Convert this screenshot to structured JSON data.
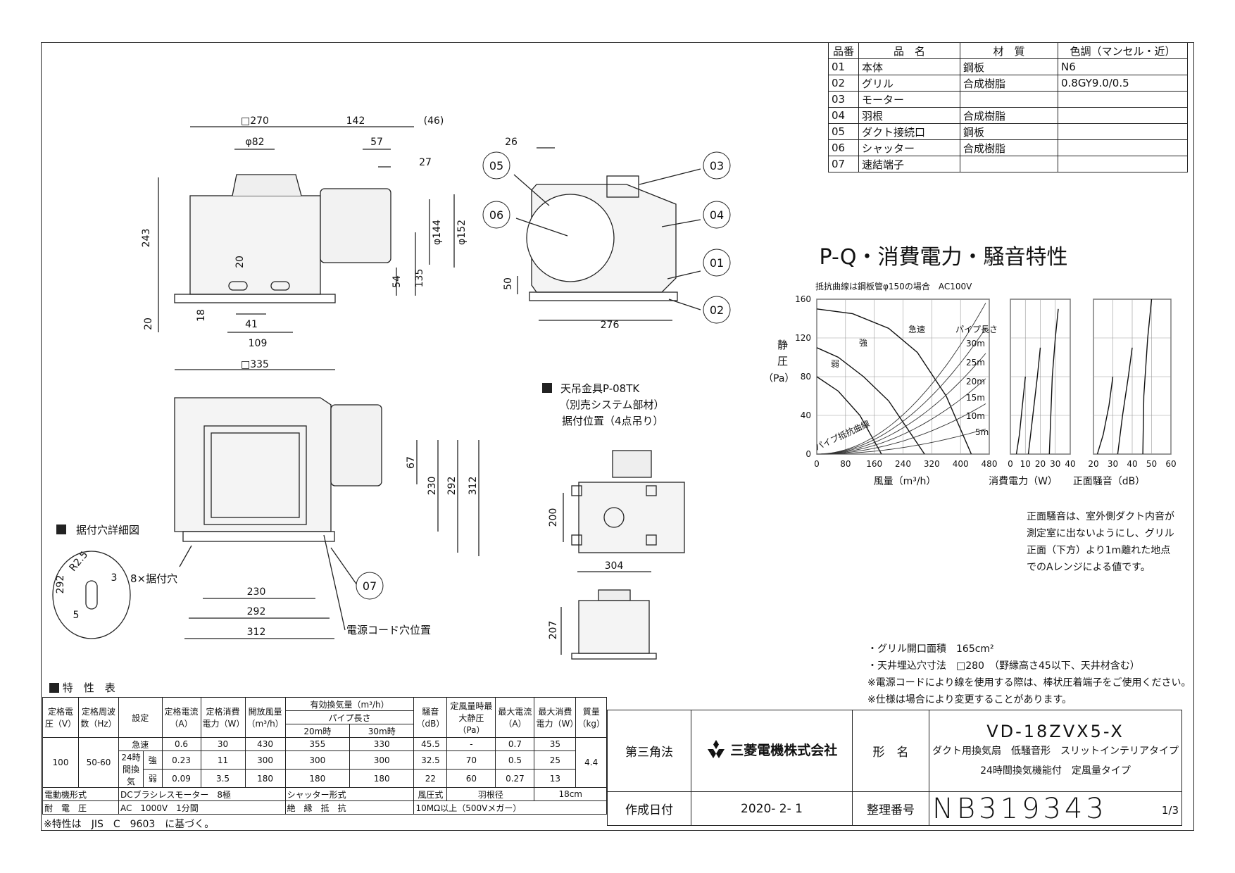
{
  "parts_table": {
    "headers": [
      "品番",
      "品　名",
      "材　質",
      "色調（マンセル・近）"
    ],
    "rows": [
      [
        "01",
        "本体",
        "鋼板",
        "N6"
      ],
      [
        "02",
        "グリル",
        "合成樹脂",
        "0.8GY9.0/0.5"
      ],
      [
        "03",
        "モーター",
        "",
        ""
      ],
      [
        "04",
        "羽根",
        "合成樹脂",
        ""
      ],
      [
        "05",
        "ダクト接続口",
        "鋼板",
        ""
      ],
      [
        "06",
        "シャッター",
        "合成樹脂",
        ""
      ],
      [
        "07",
        "速結端子",
        "",
        ""
      ]
    ]
  },
  "drawing": {
    "front_dims": [
      "□270",
      "142",
      "(46)",
      "φ82",
      "57",
      "27",
      "243",
      "φ144",
      "φ152",
      "20",
      "54",
      "135",
      "18",
      "41",
      "109",
      "20",
      "□335"
    ],
    "side_dims": [
      "26",
      "50",
      "276"
    ],
    "callouts": [
      "05",
      "06",
      "03",
      "04",
      "01",
      "02",
      "07"
    ],
    "bottom_dims": [
      "67",
      "230",
      "292",
      "312",
      "230",
      "292",
      "312"
    ],
    "mount_title": "据付穴詳細図",
    "mount_dims": [
      "R2.5",
      "292",
      "3",
      "5"
    ],
    "mount_holes": "8×据付穴",
    "power_cord": "電源コード穴位置",
    "hanger_title": "天吊金具P-08TK",
    "hanger_sub1": "（別売システム部材）",
    "hanger_sub2": "据付位置（4点吊り）",
    "hanger_dims": [
      "200",
      "304",
      "207"
    ]
  },
  "chart": {
    "title": "P-Q・消費電力・騒音特性",
    "subtitle": "抵抗曲線は鋼板管φ150の場合　AC100V",
    "ylabel_chars": [
      "静",
      "圧"
    ],
    "ylabel_unit": "（Pa）",
    "xlabel": "風量（m³/h）",
    "power_label": "消費電力（W）",
    "noise_label": "正面騒音（dB）",
    "labels": {
      "kyusoku": "急速",
      "kyo": "強",
      "jaku": "弱",
      "pipe": "パイプ長さ",
      "resistance": "パイプ抵抗曲線"
    },
    "pipe_lengths": [
      "30m",
      "25m",
      "20m",
      "15m",
      "10m",
      "5m"
    ]
  },
  "chart_data": {
    "type": "line",
    "ylim": [
      0,
      160
    ],
    "xlim": [
      0,
      480
    ],
    "yticks": [
      "0",
      "40",
      "80",
      "120",
      "160"
    ],
    "xticks": [
      "0",
      "80",
      "160",
      "240",
      "320",
      "400",
      "480"
    ],
    "power_ticks": [
      "0",
      "10",
      "20",
      "30",
      "40"
    ],
    "noise_ticks": [
      "20",
      "30",
      "40",
      "50",
      "60"
    ],
    "series": [
      {
        "name": "急速",
        "x": [
          0,
          100,
          200,
          280,
          360,
          430
        ],
        "y": [
          150,
          145,
          130,
          105,
          60,
          0
        ]
      },
      {
        "name": "強",
        "x": [
          0,
          60,
          130,
          200,
          300
        ],
        "y": [
          110,
          100,
          80,
          55,
          0
        ]
      },
      {
        "name": "弱",
        "x": [
          0,
          60,
          120,
          180
        ],
        "y": [
          80,
          65,
          40,
          0
        ]
      }
    ],
    "power_series": [
      {
        "name": "急速",
        "x": [
          32,
          30,
          28,
          26
        ],
        "y": [
          150,
          120,
          80,
          0
        ]
      },
      {
        "name": "強",
        "x": [
          20,
          18,
          15,
          12
        ],
        "y": [
          110,
          80,
          40,
          0
        ]
      },
      {
        "name": "弱",
        "x": [
          10,
          8,
          6,
          4
        ],
        "y": [
          80,
          50,
          20,
          0
        ]
      }
    ],
    "noise_series": [
      {
        "name": "急速",
        "x": [
          50,
          48,
          46,
          45.5
        ],
        "y": [
          160,
          120,
          60,
          0
        ]
      },
      {
        "name": "強",
        "x": [
          40,
          38,
          35,
          32.5
        ],
        "y": [
          110,
          80,
          40,
          0
        ]
      },
      {
        "name": "弱",
        "x": [
          30,
          28,
          25,
          22
        ],
        "y": [
          80,
          50,
          20,
          0
        ]
      }
    ]
  },
  "notes": {
    "noise_note": [
      "正面騒音は、室外側ダクト内音が",
      "測定室に出ないようにし、グリル",
      "正面（下方）より1m離れた地点",
      "でのAレンジによる値です。"
    ],
    "bottom_notes": [
      "・グリル開口面積　165cm²",
      "・天井埋込穴寸法　□280　（野縁高さ45以下、天井材含む）",
      "※電源コードにより線を使用する際は、棒状圧着端子をご使用ください。",
      "※仕様は場合により変更することがあります。"
    ]
  },
  "spec": {
    "title": "特　性　表",
    "h": {
      "voltage": "定格電圧（V）",
      "freq": "定格周波数（Hz）",
      "setting": "設定",
      "current": "定格電流（A）",
      "power": "定格消費電力（W）",
      "open_air": "開放風量（m³/h）",
      "eff_air": "有効換気量（m³/h）",
      "pipe_len": "パイプ長さ",
      "m20": "20m時",
      "m30": "30m時",
      "noise": "騒音（dB）",
      "static": "定風量時最大静圧（Pa）",
      "max_current": "最大電流（A）",
      "max_power": "最大消費電力（W）",
      "mass": "質量（kg）"
    },
    "voltage": "100",
    "freq": "50-60",
    "mass": "4.4",
    "mode_24": "24時間換気",
    "rows": [
      {
        "mode": "急速",
        "sub": "",
        "current": "0.6",
        "power": "30",
        "open": "430",
        "m20": "355",
        "m30": "330",
        "noise": "45.5",
        "static": "-",
        "maxa": "0.7",
        "maxw": "35"
      },
      {
        "mode": "",
        "sub": "強",
        "current": "0.23",
        "power": "11",
        "open": "300",
        "m20": "300",
        "m30": "300",
        "noise": "32.5",
        "static": "70",
        "maxa": "0.5",
        "maxw": "25"
      },
      {
        "mode": "",
        "sub": "弱",
        "current": "0.09",
        "power": "3.5",
        "open": "180",
        "m20": "180",
        "m30": "180",
        "noise": "22",
        "static": "60",
        "maxa": "0.27",
        "maxw": "13"
      }
    ],
    "motor_label": "電動機形式",
    "motor": "DCブラシレスモーター　8極",
    "shutter_label": "シャッター形式",
    "shutter": "風圧式",
    "blade_label": "羽根径",
    "blade": "18cm",
    "withstand_label": "耐　電　圧",
    "withstand": "AC　1000V　1分間",
    "insulation_label": "絶　縁　抵　抗",
    "insulation": "10MΩ以上（500Vメガー）",
    "footnote": "※特性は　JIS　C　9603　に基づく。"
  },
  "title_block": {
    "projection": "第三角法",
    "company": "三菱電機株式会社",
    "model_label": "形　名",
    "model": "VD-18ZVX5-X",
    "desc1": "ダクト用換気扇　低騒音形　スリットインテリアタイプ",
    "desc2": "24時間換気機能付　定風量タイプ",
    "date_label": "作成日付",
    "date": "2020- 2- 1",
    "number_label": "整理番号",
    "number": "NB319343",
    "page": "1/3"
  }
}
